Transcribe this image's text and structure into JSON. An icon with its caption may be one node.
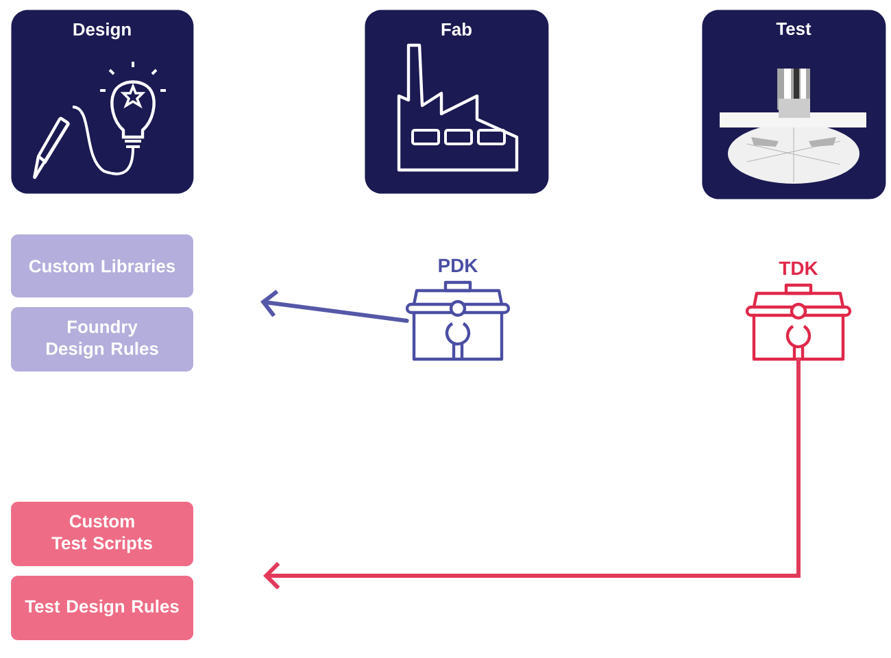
{
  "diagram": {
    "nodes": [
      {
        "text": [
          "Design"
        ]
      },
      {
        "text": [
          "Fab"
        ]
      },
      {
        "text": [
          "Test"
        ]
      },
      {
        "text": [
          "Custom Libraries"
        ]
      },
      {
        "text": [
          "Foundry Design Rules"
        ]
      },
      {
        "text": [
          "Custom Test Scripts"
        ]
      },
      {
        "text": [
          "Test Design Rules"
        ]
      },
      {
        "text": [
          "PDK"
        ]
      },
      {
        "text": [
          "TDK"
        ]
      }
    ],
    "edges": [
      {
        "from": 7,
        "to": null,
        "arrow": "to",
        "color": "#5558a8"
      },
      {
        "from": 8,
        "to": null,
        "arrow": "to",
        "color": "#e23a5a"
      }
    ]
  }
}
